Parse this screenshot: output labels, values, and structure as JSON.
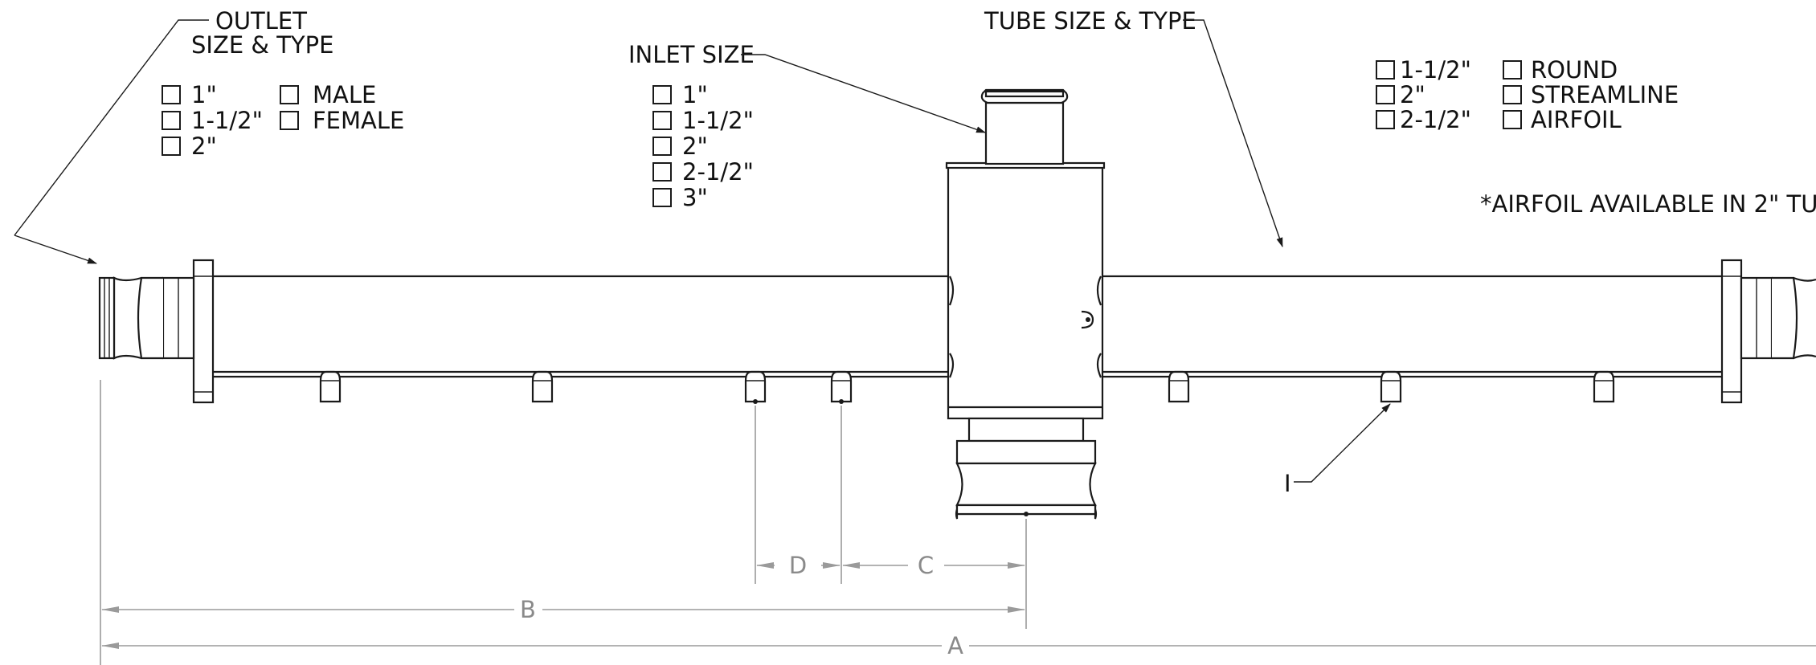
{
  "outlet": {
    "title_line1": "OUTLET",
    "title_line2": "SIZE & TYPE",
    "sizes": [
      "1\"",
      "1-1/2\"",
      "2\""
    ],
    "types": [
      "MALE",
      "FEMALE"
    ]
  },
  "inlet": {
    "title": "INLET SIZE",
    "sizes": [
      "1\"",
      "1-1/2\"",
      "2\"",
      "2-1/2\"",
      "3\""
    ]
  },
  "tube": {
    "title": "TUBE SIZE & TYPE",
    "sizes": [
      "1-1/2\"",
      "2\"",
      "2-1/2\""
    ],
    "types": [
      "ROUND",
      "STREAMLINE",
      "AIRFOIL"
    ],
    "note": "*AIRFOIL AVAILABLE IN 2\" TU"
  },
  "callout_i": "I",
  "dimensions": {
    "a": "A",
    "b": "B",
    "c": "C",
    "d": "D"
  }
}
